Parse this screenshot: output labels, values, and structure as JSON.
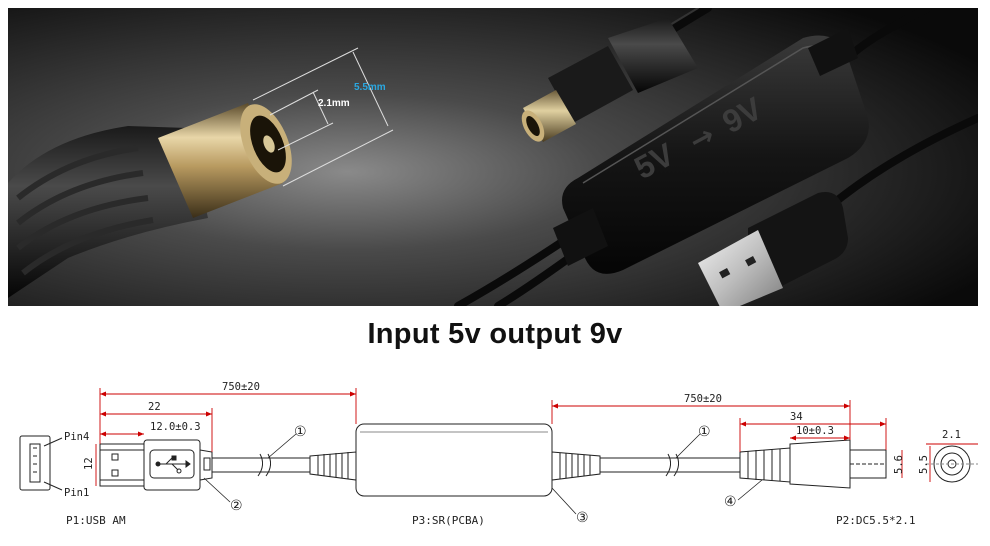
{
  "photo": {
    "dims": {
      "outer": "5.5mm",
      "inner": "2.1mm"
    },
    "module_marking": {
      "from": "5V",
      "arrow": "→",
      "to": "9V"
    }
  },
  "headline": "Input 5v output 9v",
  "drawing": {
    "dims": {
      "left_length": "750±20",
      "right_length": "750±20",
      "usb_length": "22",
      "usb_head": "12.0±0.3",
      "usb_height": "12",
      "dc_total": "34",
      "dc_tip": "10±0.3",
      "dc_diameter": "5.6",
      "face_outer": "5.5",
      "face_inner": "2.1"
    },
    "pins": {
      "top": "Pin4",
      "bottom": "Pin1"
    },
    "callouts": {
      "c1": "①",
      "c2": "②",
      "c3": "③",
      "c4": "④"
    },
    "part_labels": {
      "p1": "P1:USB AM",
      "p3": "P3:SR(PCBA)",
      "p2": "P2:DC5.5*2.1"
    }
  }
}
